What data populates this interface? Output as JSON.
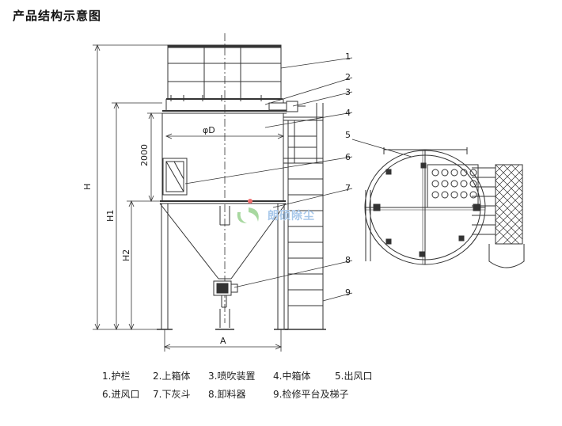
{
  "title": "产品结构示意图",
  "dimensions": {
    "H": "H",
    "H1": "H1",
    "H2": "H2",
    "height_2000": "2000",
    "diameter": "φD",
    "width_A": "A"
  },
  "callouts": [
    "1",
    "2",
    "3",
    "4",
    "5",
    "6",
    "7",
    "8",
    "9"
  ],
  "legend": [
    "1.护栏",
    "2.上箱体",
    "3.喷吹装置",
    "4.中箱体",
    "5.出风口",
    "6.进风口",
    "7.下灰斗",
    "8.卸料器",
    "9.检修平台及梯子"
  ],
  "watermark": "朗硕除尘"
}
